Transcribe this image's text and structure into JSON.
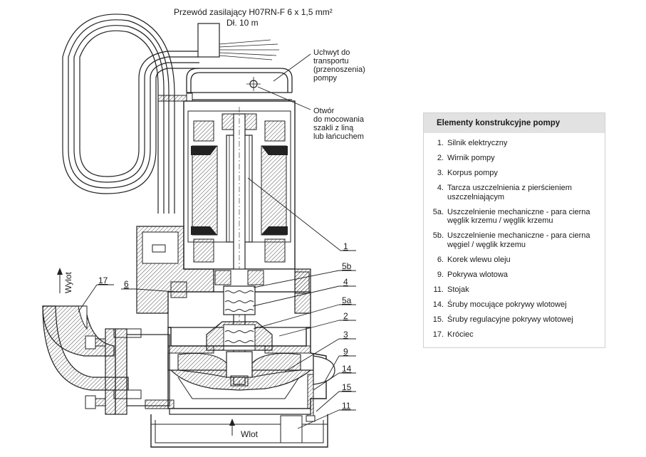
{
  "drawing": {
    "cable_label": "Przewód zasilający H07RN-F 6 x 1,5 mm²",
    "cable_length": "Dł. 10 m",
    "handle_label": [
      "Uchwyt do",
      "transportu",
      "(przenoszenia)",
      "pompy"
    ],
    "hole_label": [
      "Otwór",
      "do mocowania",
      "szakli z liną",
      "lub łańcuchem"
    ],
    "outlet_label": "Wylot",
    "inlet_label": "Wlot",
    "callouts": [
      "1",
      "5b",
      "4",
      "5a",
      "2",
      "3",
      "9",
      "14",
      "15",
      "11",
      "17",
      "6"
    ]
  },
  "legend": {
    "title": "Elementy konstrukcyjne pompy",
    "items": [
      {
        "num": "1.",
        "text": "Silnik elektryczny"
      },
      {
        "num": "2.",
        "text": "Wirnik pompy"
      },
      {
        "num": "3.",
        "text": "Korpus pompy"
      },
      {
        "num": "4.",
        "text": "Tarcza uszczelnienia z pierścieniem uszczelniającym"
      },
      {
        "num": "5a.",
        "text": "Uszczelnienie mechaniczne - para cierna węglik krzemu / węglik krzemu"
      },
      {
        "num": "5b.",
        "text": "Uszczelnienie mechaniczne - para cierna węgiel / węglik krzemu"
      },
      {
        "num": "6.",
        "text": "Korek wlewu oleju"
      },
      {
        "num": "9.",
        "text": "Pokrywa wlotowa"
      },
      {
        "num": "11.",
        "text": "Stojak"
      },
      {
        "num": "14.",
        "text": "Śruby mocujące pokrywy wlotowej"
      },
      {
        "num": "15.",
        "text": "Śruby regulacyjne pokrywy wlotowej"
      },
      {
        "num": "17.",
        "text": "Króciec"
      }
    ]
  }
}
